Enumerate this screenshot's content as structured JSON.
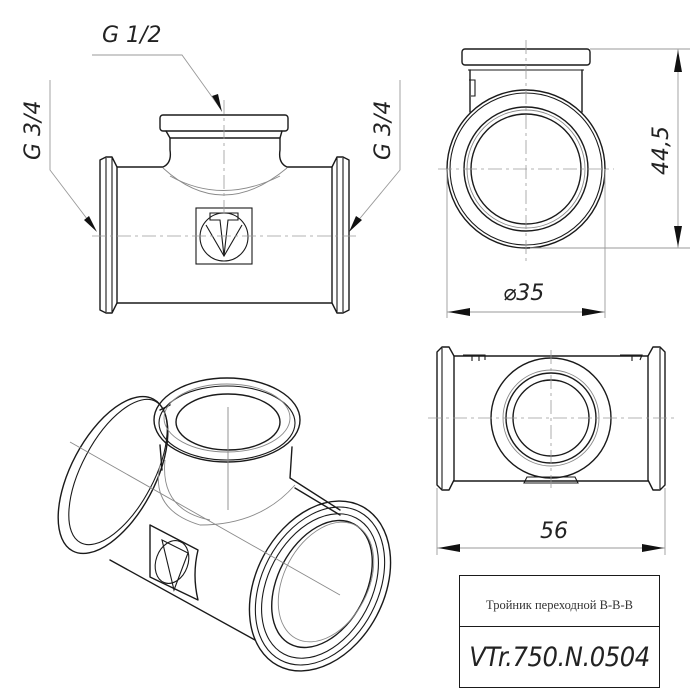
{
  "drawing": {
    "front_view": {
      "labels": {
        "top_thread": "G 1/2",
        "left_thread": "G 3/4",
        "right_thread": "G 3/4"
      }
    },
    "side_view": {
      "dimensions": {
        "height": "44,5",
        "diameter": "⌀35"
      }
    },
    "top_view": {
      "dimensions": {
        "length": "56"
      }
    },
    "isometric_view": {
      "logo": "VT logo"
    }
  },
  "title_block": {
    "name": "Тройник переходной В-В-В",
    "code": "VTr.750.N.0504"
  },
  "colors": {
    "outline": "#1a1a1a",
    "centerline": "#9a9a9a",
    "background": "#ffffff"
  }
}
